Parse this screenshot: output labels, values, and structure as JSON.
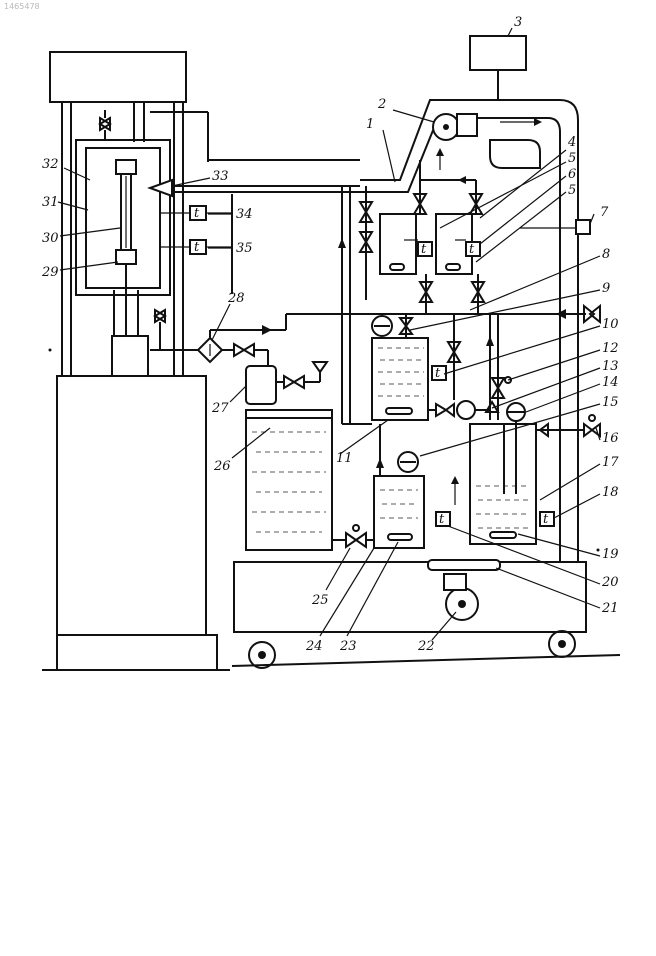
{
  "watermark": "1465478",
  "labels": {
    "l1": "1",
    "l2": "2",
    "l3": "3",
    "l4": "4",
    "l5a": "5",
    "l5b": "5",
    "l6": "6",
    "l7": "7",
    "l8": "8",
    "l9": "9",
    "l10": "10",
    "l11": "11",
    "l12": "12",
    "l13": "13",
    "l14": "14",
    "l15": "15",
    "l16": "16",
    "l17": "17",
    "l18": "18",
    "l19": "19",
    "l20": "20",
    "l21": "21",
    "l22": "22",
    "l23": "23",
    "l24": "24",
    "l25": "25",
    "l26": "26",
    "l27": "27",
    "l28": "28",
    "l29": "29",
    "l30": "30",
    "l31": "31",
    "l32": "32",
    "l33": "33",
    "l34": "34",
    "l35": "35"
  },
  "sensor_symbol": "t"
}
